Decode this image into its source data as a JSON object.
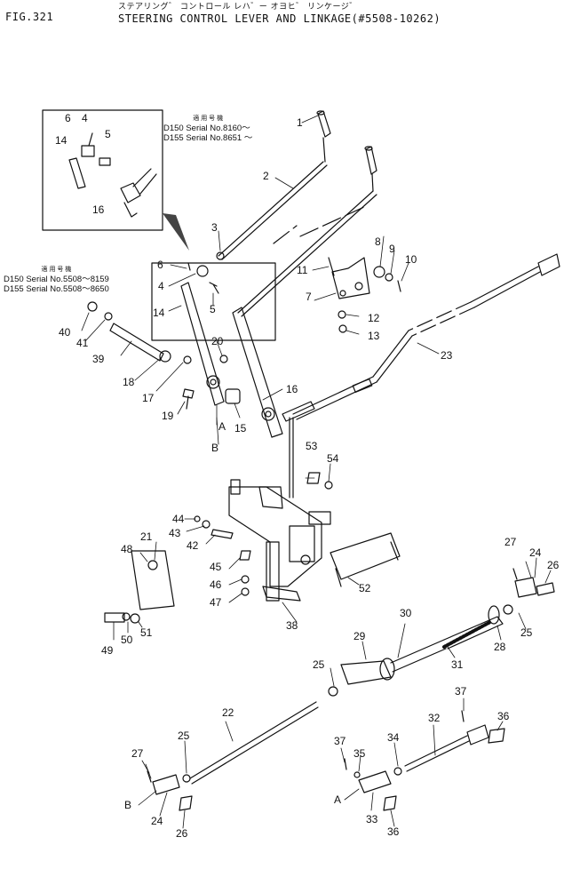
{
  "header": {
    "fig_number": "FIG.321",
    "title_jp": "ステアリング゛ コントロール レハ゛ー オヨヒ゛ リンケージ゛",
    "title_en": "STEERING CONTROL LEVER AND LINKAGE(#5508-10262)"
  },
  "serial_notes": [
    {
      "caption": "適 用 号 機",
      "lines": [
        "D150 Serial  No.8160～",
        "D155 Serial  No.8651 ～"
      ]
    },
    {
      "caption": "適 用 号 機",
      "lines": [
        "D150 Serial  No.5508～8159",
        "D155 Serial  No.5508～8650"
      ]
    }
  ],
  "callouts": [
    "1",
    "2",
    "3",
    "4",
    "5",
    "6",
    "7",
    "8",
    "9",
    "10",
    "11",
    "12",
    "13",
    "14",
    "15",
    "16",
    "17",
    "18",
    "19",
    "20",
    "21",
    "22",
    "23",
    "24",
    "25",
    "26",
    "27",
    "28",
    "29",
    "30",
    "31",
    "32",
    "33",
    "34",
    "35",
    "36",
    "37",
    "38",
    "39",
    "40",
    "41",
    "42",
    "43",
    "44",
    "45",
    "46",
    "47",
    "48",
    "49",
    "50",
    "51",
    "52",
    "53",
    "54",
    "A",
    "B"
  ]
}
